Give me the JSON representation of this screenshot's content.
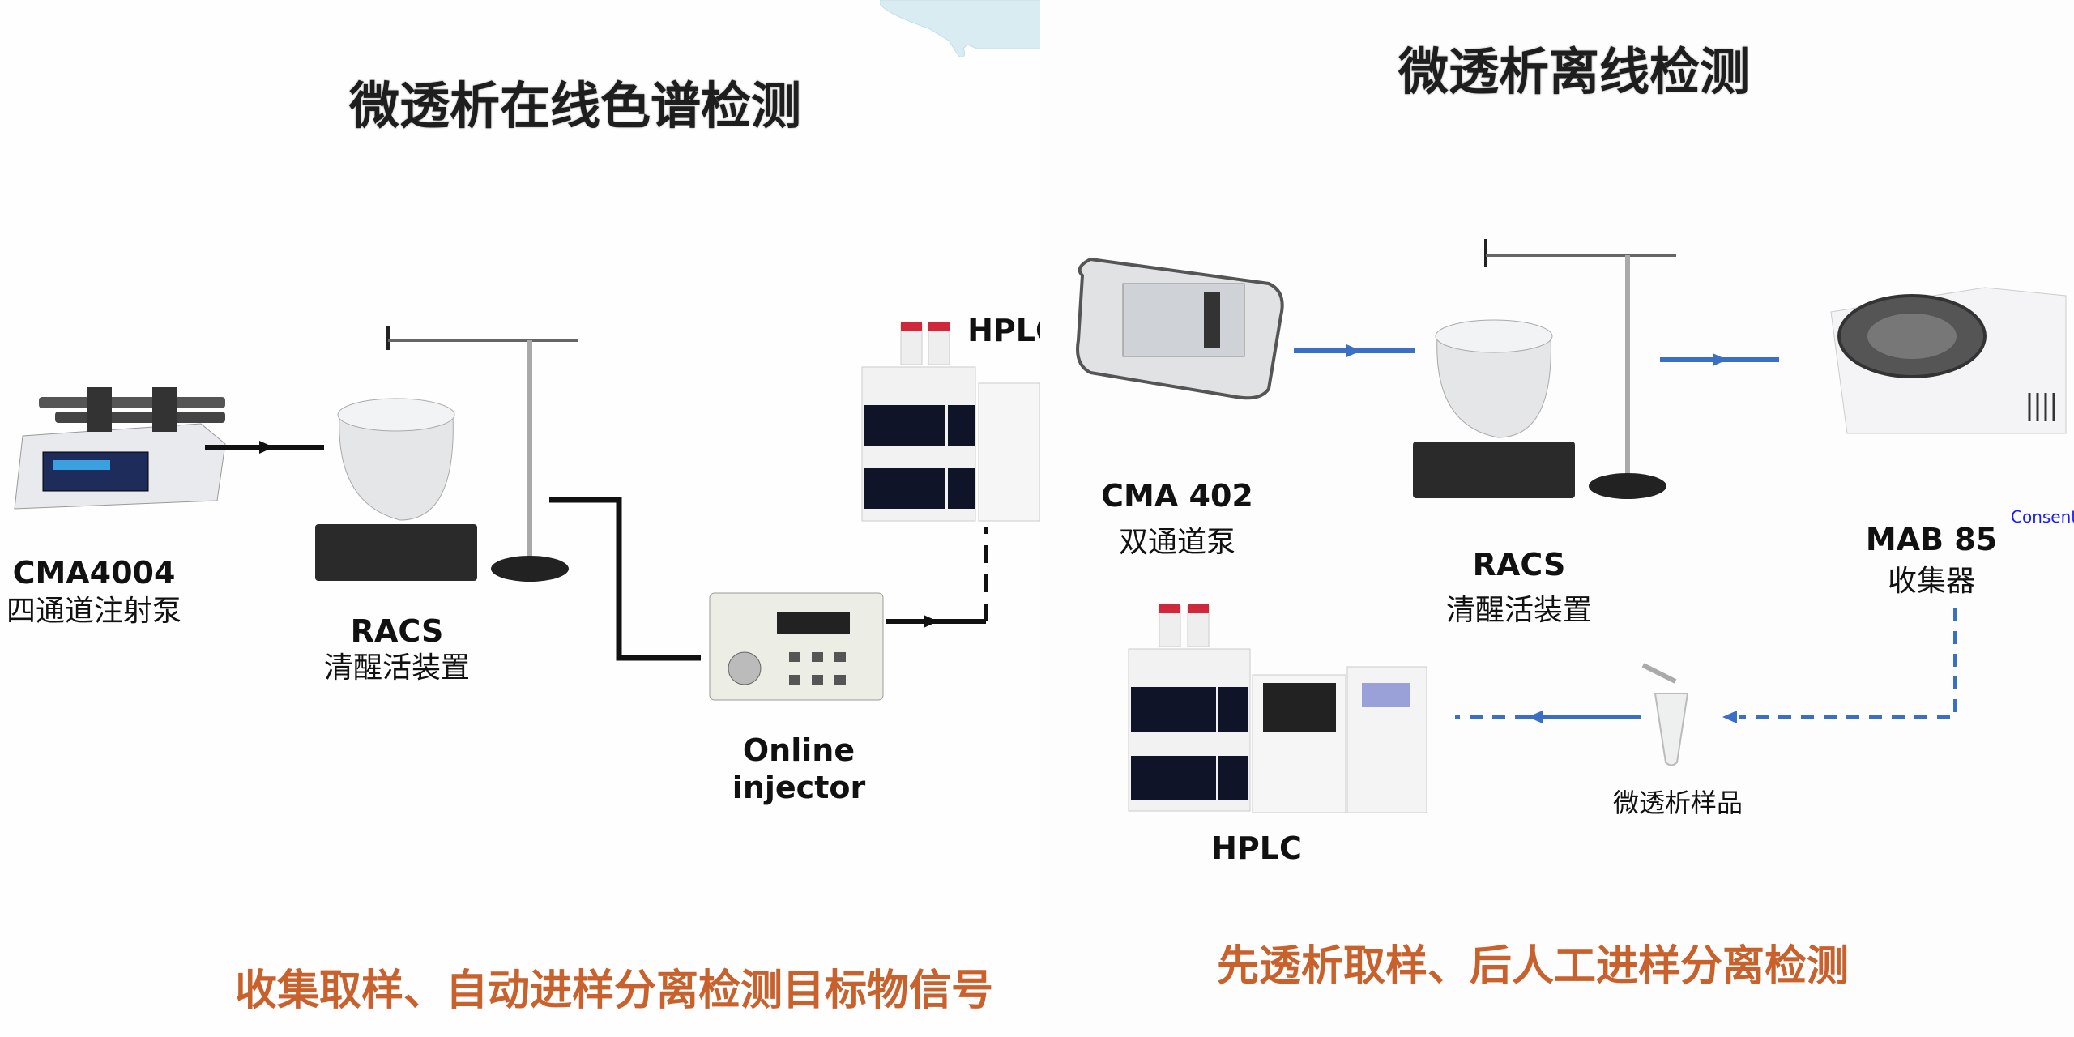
{
  "left_panel": {
    "title": "微透析在线色谱检测",
    "pump": {
      "name": "CMA4004",
      "desc": "四通道注射泵"
    },
    "racs": {
      "name": "RACS",
      "desc": "清醒活装置"
    },
    "injector": {
      "line1": "Online",
      "line2": "injector"
    },
    "hplc": {
      "name": "HPLC"
    },
    "footer": "收集取样、自动进样分离检测目标物信号"
  },
  "right_panel": {
    "title": "微透析离线检测",
    "pump": {
      "name": "CMA 402",
      "desc": "双通道泵"
    },
    "racs": {
      "name": "RACS",
      "desc": "清醒活装置"
    },
    "collector": {
      "name": "MAB 85",
      "desc": "收集器"
    },
    "sample": {
      "desc": "微透析样品"
    },
    "hplc": {
      "name": "HPLC"
    },
    "footer": "先透析取样、后人工进样分离检测"
  },
  "consent_link": "Consent",
  "colors": {
    "footer_text": "#c9612d",
    "flow_online": "#111111",
    "flow_offline": "#3a6fc4",
    "link": "#1a1aff"
  }
}
